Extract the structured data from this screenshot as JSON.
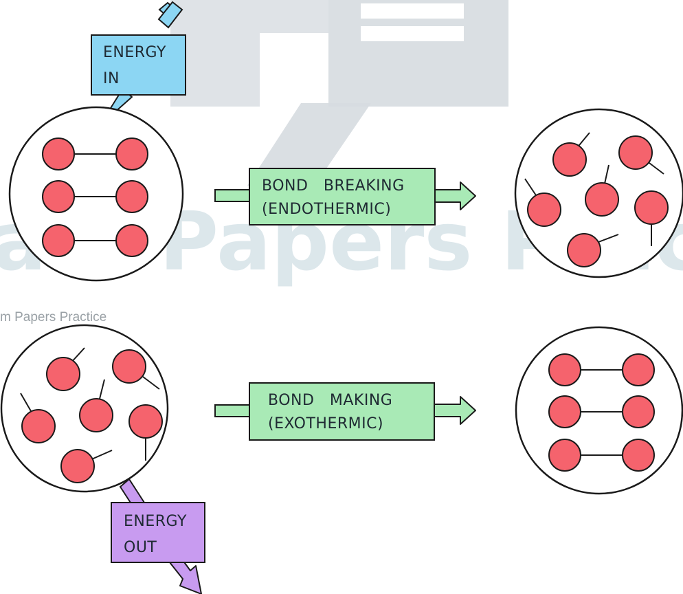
{
  "watermark": {
    "main_text": "am Papers Pract",
    "small_text": "m Papers Practice"
  },
  "top_row": {
    "energy_label_line1": "ENERGY",
    "energy_label_line2": "IN",
    "process_label_line1": "BOND   BREAKING",
    "process_label_line2": "(ENDOTHERMIC)"
  },
  "bottom_row": {
    "energy_label_line1": "ENERGY",
    "energy_label_line2": "OUT",
    "process_label_line1": "BOND   MAKING",
    "process_label_line2": "(EXOTHERMIC)"
  },
  "colors": {
    "atom_fill": "#f5636d",
    "energy_in_box": "#8cd6f3",
    "energy_out_box": "#c89bf0",
    "process_box": "#a9eab6",
    "outline": "#1a1a1a",
    "watermark": "#2e6e88"
  }
}
